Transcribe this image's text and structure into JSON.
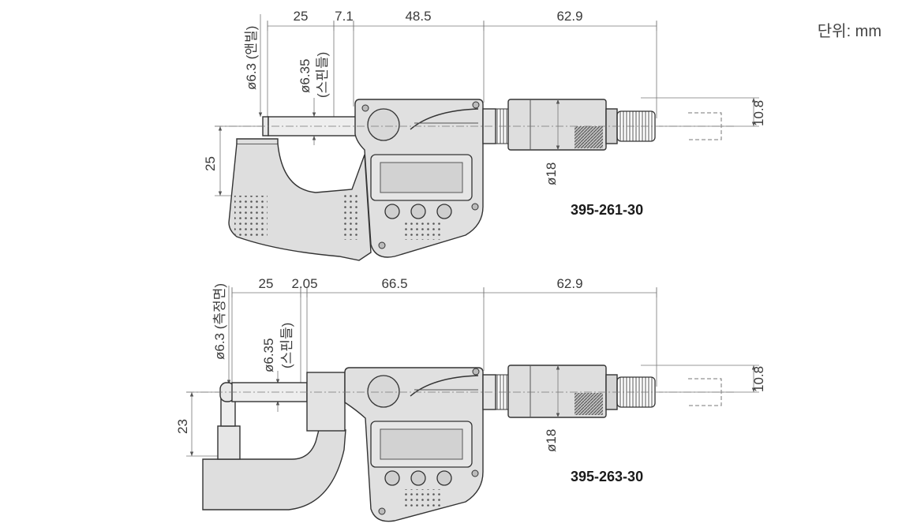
{
  "unit_label": "단위: mm",
  "colors": {
    "body_fill": "#dedede",
    "body_dark": "#bdbdbd",
    "line": "#333333",
    "text": "#3a3a3a"
  },
  "models": [
    {
      "model": "395-261-30",
      "dims": {
        "top1": "25",
        "top2": "7.1",
        "top3": "48.5",
        "top4": "62.9",
        "anvil_dia": "ø6.3",
        "anvil_note": "(앤빌)",
        "spindle_dia": "ø6.35",
        "spindle_note": "(스핀들)",
        "height": "25",
        "thimble_dia": "ø18",
        "right": "10.8"
      }
    },
    {
      "model": "395-263-30",
      "dims": {
        "top1": "25",
        "top2": "2.05",
        "top3": "66.5",
        "top4": "62.9",
        "anvil_dia": "ø6.3",
        "anvil_note": "(측정면)",
        "spindle_dia": "ø6.35",
        "spindle_note": "(스핀들)",
        "height": "23",
        "thimble_dia": "ø18",
        "right": "10.8"
      }
    }
  ]
}
